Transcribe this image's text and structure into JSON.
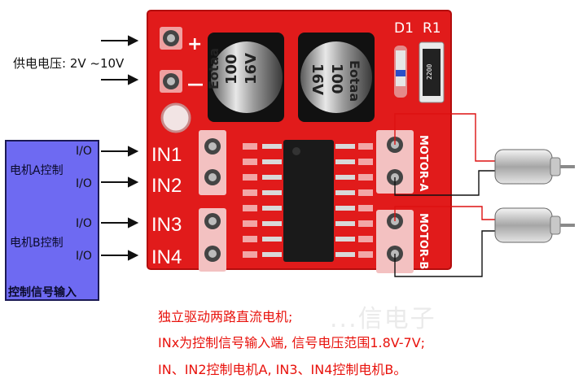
{
  "power": {
    "label": "供电电压: 2V ~10V",
    "plus": "+",
    "minus": "—"
  },
  "board": {
    "pin_labels": [
      "IN1",
      "IN2",
      "IN3",
      "IN4"
    ],
    "diode_label": "D1",
    "resistor_label": "R1",
    "resistor_code": "2200",
    "motor_a_label": "MOTOR-A",
    "motor_b_label": "MOTOR-B",
    "cap_text_line1": "Eotaa",
    "cap_text_line2": "100",
    "cap_text_line3": "16V"
  },
  "control_box": {
    "motor_a": "电机A控制",
    "motor_b": "电机B控制",
    "footer": "控制信号输入",
    "io_labels": [
      "I/O",
      "I/O",
      "I/O",
      "I/O"
    ]
  },
  "notes": {
    "line1": "独立驱动两路直流电机;",
    "line2": "INx为控制信号输入端, 信号电压范围1.8V-7V;",
    "line3": "IN、IN2控制电机A, IN3、IN4控制电机B。"
  },
  "watermark": "...信电子"
}
